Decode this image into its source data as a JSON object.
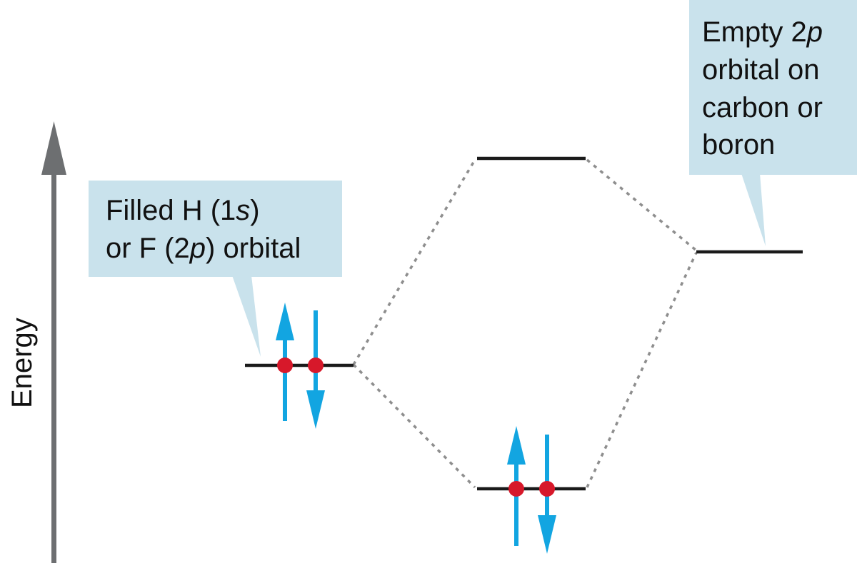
{
  "axis": {
    "label": "Energy",
    "color": "#6d6f71"
  },
  "callouts": {
    "filled": {
      "lines": [
        [
          {
            "t": "Filled H (1"
          },
          {
            "t": "s",
            "i": true
          },
          {
            "t": ")"
          }
        ],
        [
          {
            "t": "or F (2"
          },
          {
            "t": "p",
            "i": true
          },
          {
            "t": ") orbital"
          }
        ]
      ],
      "fill": "#c9e2ec"
    },
    "empty": {
      "lines": [
        [
          {
            "t": "Empty 2"
          },
          {
            "t": "p",
            "i": true
          }
        ],
        [
          {
            "t": "orbital on"
          }
        ],
        [
          {
            "t": "carbon or"
          }
        ],
        [
          {
            "t": "boron"
          }
        ]
      ],
      "fill": "#c9e2ec"
    }
  },
  "orbitals": [
    {
      "name": "filled-atomic-orbital",
      "level": "middle",
      "electrons": 2
    },
    {
      "name": "antibonding-orbital",
      "level": "top",
      "electrons": 0
    },
    {
      "name": "bonding-orbital",
      "level": "bottom",
      "electrons": 2
    },
    {
      "name": "empty-2p-orbital",
      "level": "upper-middle",
      "electrons": 0
    }
  ],
  "colors": {
    "level_line": "#1a1a1a",
    "electron_arrow": "#12a5e1",
    "electron_dot": "#d7182a",
    "connector": "#8e8e8e"
  }
}
